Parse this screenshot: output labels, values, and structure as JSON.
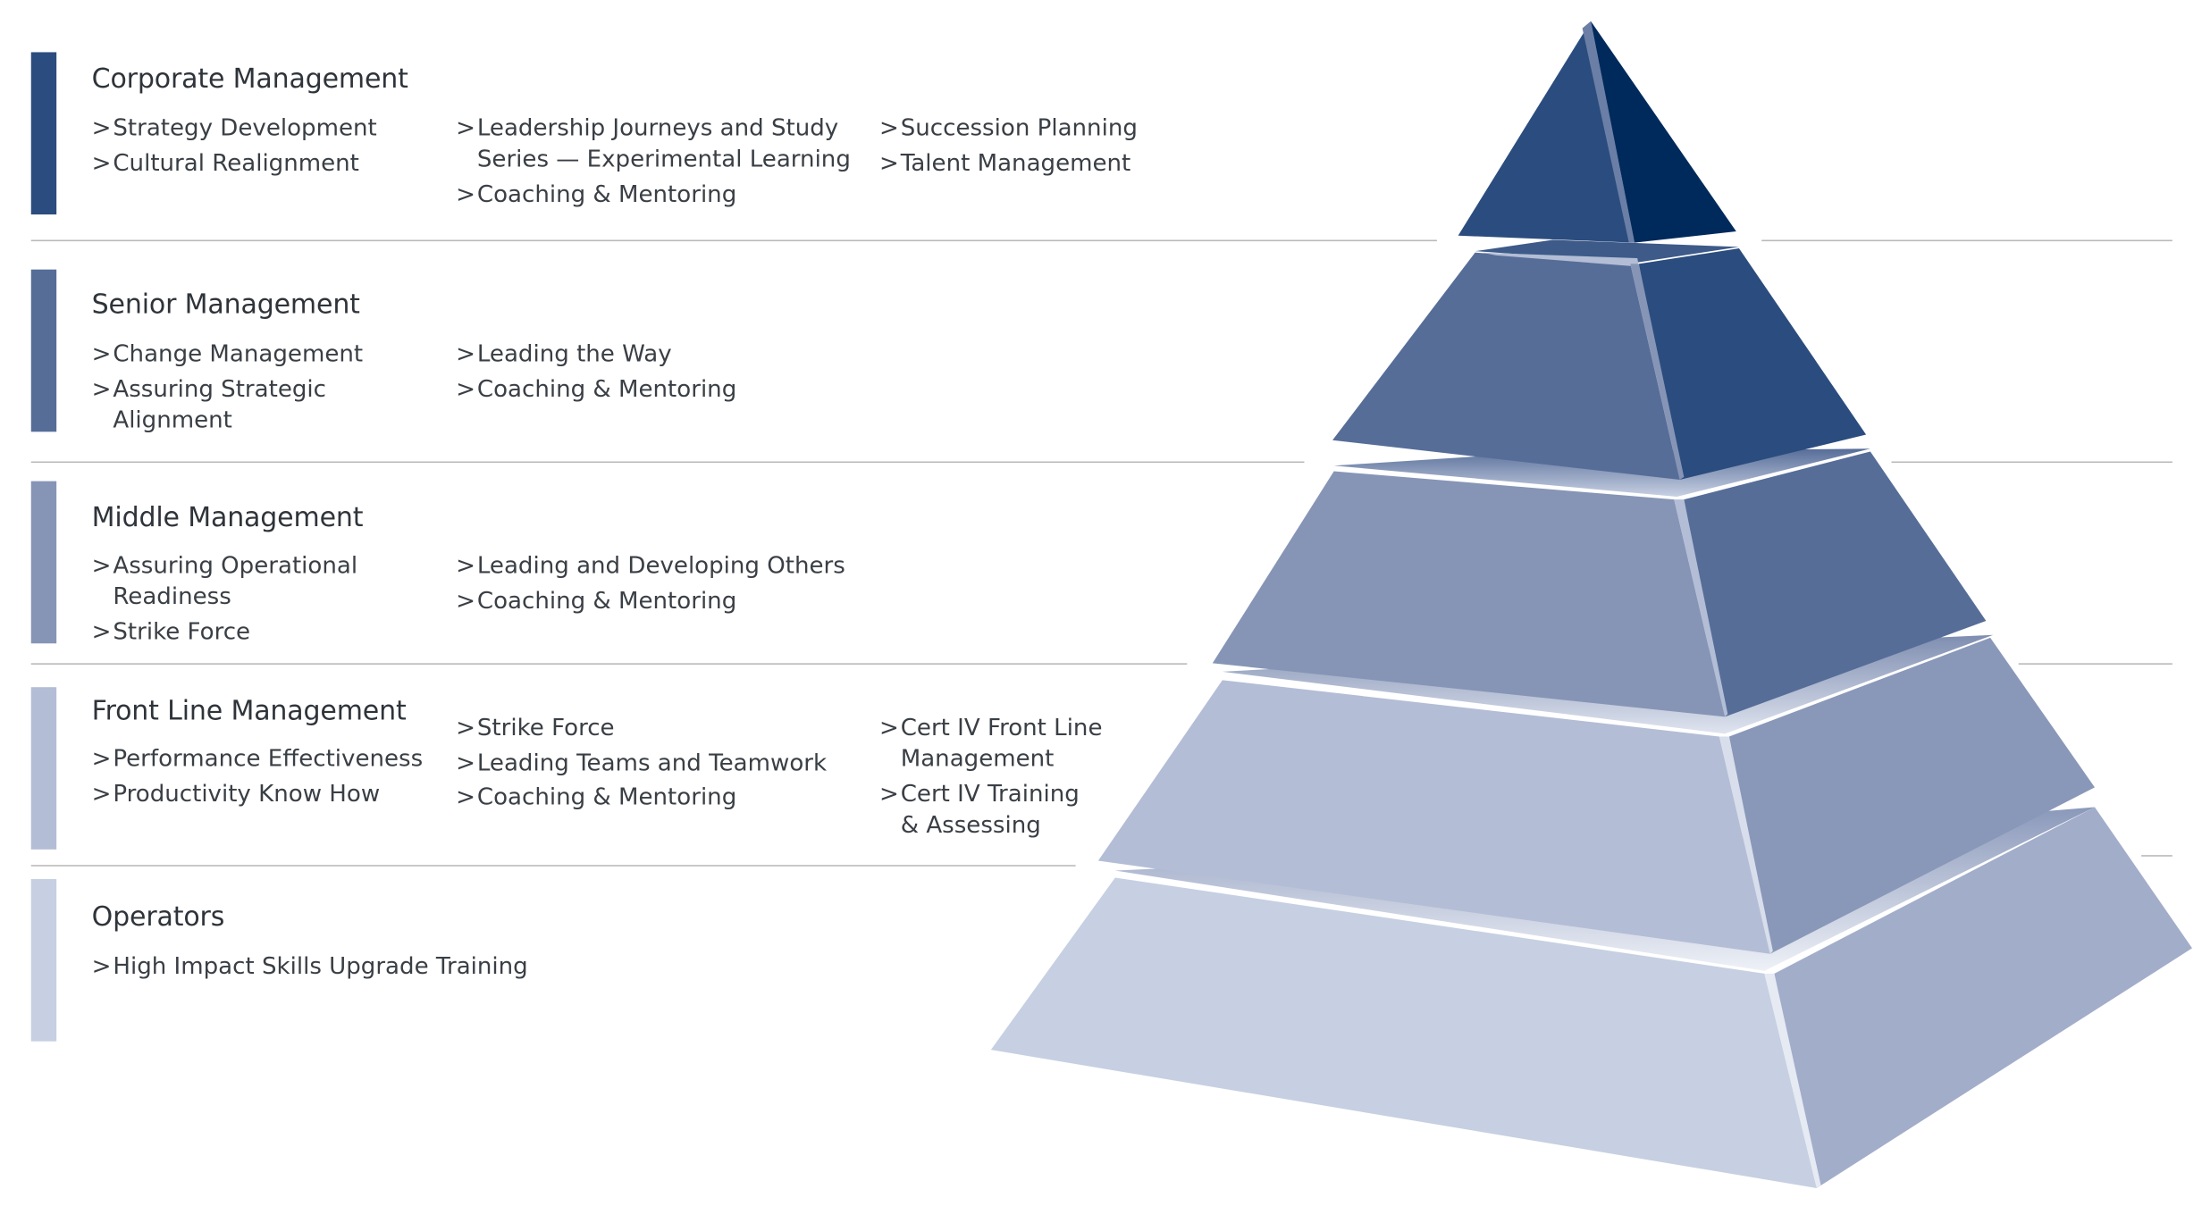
{
  "diagram": {
    "type": "pyramid",
    "bullet_glyph": ">",
    "separator_color": "#b9b9b9",
    "tiers": [
      {
        "name": "Corporate Management",
        "color": "#2b4c7e",
        "columns": [
          [
            "Strategy Development",
            "Cultural Realignment"
          ],
          [
            "Leadership Journeys and Study\nSeries — Experimental Learning",
            "Coaching & Mentoring"
          ],
          [
            "Succession Planning",
            "Talent Management"
          ]
        ]
      },
      {
        "name": "Senior Management",
        "color": "#566d98",
        "columns": [
          [
            "Change Management",
            "Assuring Strategic\nAlignment"
          ],
          [
            "Leading the Way",
            "Coaching & Mentoring"
          ]
        ]
      },
      {
        "name": "Middle Management",
        "color": "#8695b6",
        "columns": [
          [
            "Assuring Operational\nReadiness",
            "Strike Force"
          ],
          [
            "Leading and Developing Others",
            "Coaching & Mentoring"
          ]
        ]
      },
      {
        "name": "Front Line Management",
        "color": "#b4bdd6",
        "columns": [
          [
            "Performance Effectiveness",
            "Productivity Know How"
          ],
          [
            "Strike Force",
            "Leading Teams and Teamwork",
            "Coaching & Mentoring"
          ],
          [
            "Cert IV Front Line\nManagement",
            "Cert IV Training\n& Assessing"
          ]
        ]
      },
      {
        "name": "Operators",
        "color": "#c6d0e2",
        "columns": [
          [
            "High Impact Skills Upgrade Training"
          ]
        ]
      }
    ],
    "pyramid_colors": {
      "apex_left": "#2b4c7e",
      "apex_right": "#002a5c",
      "t2_left": "#566d98",
      "t2_right": "#2b4c7e",
      "t3_left": "#8695b6",
      "t3_right": "#566d98",
      "t4_left": "#b4bdd6",
      "t4_right": "#8998b8",
      "t5_left": "#c6d0e2",
      "t5_right": "#a2adca"
    }
  }
}
